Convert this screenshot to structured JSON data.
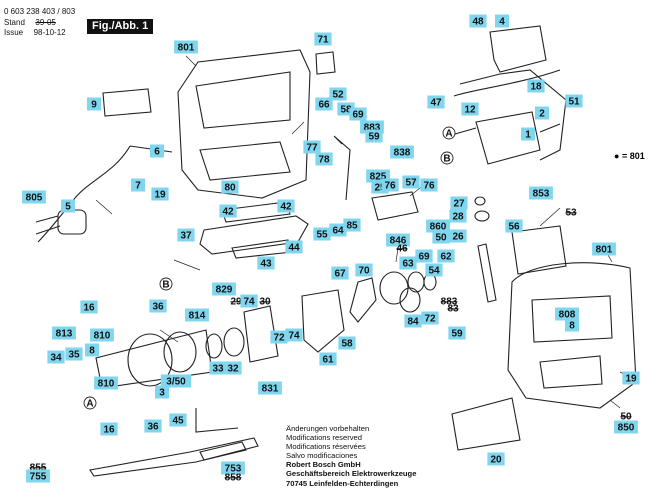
{
  "header": {
    "part_number": "0 603 238 403 / 803",
    "stand_label": "Stand",
    "stand_value": "39-05",
    "issue_label": "Issue",
    "issue_value": "98-10-12",
    "figure_label": "Fig./Abb. 1"
  },
  "legend": {
    "marker": "●",
    "text": "= 801"
  },
  "footer": {
    "notices": [
      "Änderungen vorbehalten",
      "Modifications reserved",
      "Modifications réservées",
      "Salvo modificaciones"
    ],
    "company": "Robert Bosch GmbH",
    "division": "Geschäftsbereich Elektrowerkzeuge",
    "address": "70745 Leinfelden-Echterdingen"
  },
  "labels": [
    {
      "text": "801",
      "boxed": true
    },
    {
      "text": "71",
      "boxed": true
    },
    {
      "text": "9",
      "boxed": true
    },
    {
      "text": "52",
      "boxed": true
    },
    {
      "text": "66",
      "boxed": true
    },
    {
      "text": "58",
      "boxed": true
    },
    {
      "text": "69",
      "boxed": true
    },
    {
      "text": "883",
      "boxed": true
    },
    {
      "text": "59",
      "boxed": true
    },
    {
      "text": "6",
      "boxed": true
    },
    {
      "text": "77",
      "boxed": true
    },
    {
      "text": "78",
      "boxed": true
    },
    {
      "text": "7",
      "boxed": true
    },
    {
      "text": "19",
      "boxed": true
    },
    {
      "text": "80",
      "boxed": true
    },
    {
      "text": "805",
      "boxed": true
    },
    {
      "text": "5",
      "boxed": true
    },
    {
      "text": "42",
      "boxed": true
    },
    {
      "text": "42",
      "boxed": true
    },
    {
      "text": "37",
      "boxed": true
    },
    {
      "text": "55",
      "boxed": true
    },
    {
      "text": "64",
      "boxed": true
    },
    {
      "text": "85",
      "boxed": true
    },
    {
      "text": "44",
      "boxed": true
    },
    {
      "text": "43",
      "boxed": true
    },
    {
      "text": "48",
      "boxed": true
    },
    {
      "text": "4",
      "boxed": true
    },
    {
      "text": "47",
      "boxed": true
    },
    {
      "text": "12",
      "boxed": true
    },
    {
      "text": "18",
      "boxed": true
    },
    {
      "text": "51",
      "boxed": true
    },
    {
      "text": "2",
      "boxed": true
    },
    {
      "text": "1",
      "boxed": true
    },
    {
      "text": "838",
      "boxed": true
    },
    {
      "text": "825",
      "boxed": true
    },
    {
      "text": "25",
      "boxed": true
    },
    {
      "text": "57",
      "boxed": true
    },
    {
      "text": "76",
      "boxed": true
    },
    {
      "text": "76",
      "boxed": true
    },
    {
      "text": "853",
      "boxed": true
    },
    {
      "text": "56",
      "boxed": true
    },
    {
      "text": "53",
      "boxed": false
    },
    {
      "text": "27",
      "boxed": true
    },
    {
      "text": "28",
      "boxed": true
    },
    {
      "text": "860",
      "boxed": true
    },
    {
      "text": "50",
      "boxed": true
    },
    {
      "text": "26",
      "boxed": true
    },
    {
      "text": "846",
      "boxed": true
    },
    {
      "text": "46",
      "boxed": false
    },
    {
      "text": "69",
      "boxed": true
    },
    {
      "text": "62",
      "boxed": true
    },
    {
      "text": "63",
      "boxed": true
    },
    {
      "text": "54",
      "boxed": true
    },
    {
      "text": "801",
      "boxed": true
    },
    {
      "text": "67",
      "boxed": true
    },
    {
      "text": "70",
      "boxed": true
    },
    {
      "text": "16",
      "boxed": true
    },
    {
      "text": "36",
      "boxed": true
    },
    {
      "text": "813",
      "boxed": true
    },
    {
      "text": "34",
      "boxed": true
    },
    {
      "text": "35",
      "boxed": true
    },
    {
      "text": "8",
      "boxed": true
    },
    {
      "text": "810",
      "boxed": true
    },
    {
      "text": "810",
      "boxed": true
    },
    {
      "text": "829",
      "boxed": true
    },
    {
      "text": "29",
      "boxed": false
    },
    {
      "text": "30",
      "boxed": false
    },
    {
      "text": "814",
      "boxed": true
    },
    {
      "text": "74",
      "boxed": true
    },
    {
      "text": "72",
      "boxed": true
    },
    {
      "text": "74",
      "boxed": true
    },
    {
      "text": "61",
      "boxed": true
    },
    {
      "text": "58",
      "boxed": true
    },
    {
      "text": "84",
      "boxed": true
    },
    {
      "text": "72",
      "boxed": true
    },
    {
      "text": "83",
      "boxed": false
    },
    {
      "text": "883",
      "boxed": false
    },
    {
      "text": "59",
      "boxed": true
    },
    {
      "text": "808",
      "boxed": true
    },
    {
      "text": "8",
      "boxed": true
    },
    {
      "text": "33",
      "boxed": true
    },
    {
      "text": "32",
      "boxed": true
    },
    {
      "text": "3/50",
      "boxed": true
    },
    {
      "text": "3",
      "boxed": true
    },
    {
      "text": "831",
      "boxed": true
    },
    {
      "text": "45",
      "boxed": true
    },
    {
      "text": "16",
      "boxed": true
    },
    {
      "text": "36",
      "boxed": true
    },
    {
      "text": "19",
      "boxed": true
    },
    {
      "text": "50",
      "boxed": false
    },
    {
      "text": "850",
      "boxed": true
    },
    {
      "text": "20",
      "boxed": true
    },
    {
      "text": "855",
      "boxed": false
    },
    {
      "text": "755",
      "boxed": true
    },
    {
      "text": "753",
      "boxed": true
    },
    {
      "text": "858",
      "boxed": false
    },
    {
      "text": "A",
      "boxed": false
    },
    {
      "text": "B",
      "boxed": false
    },
    {
      "text": "A",
      "boxed": false
    },
    {
      "text": "B",
      "boxed": false
    }
  ]
}
